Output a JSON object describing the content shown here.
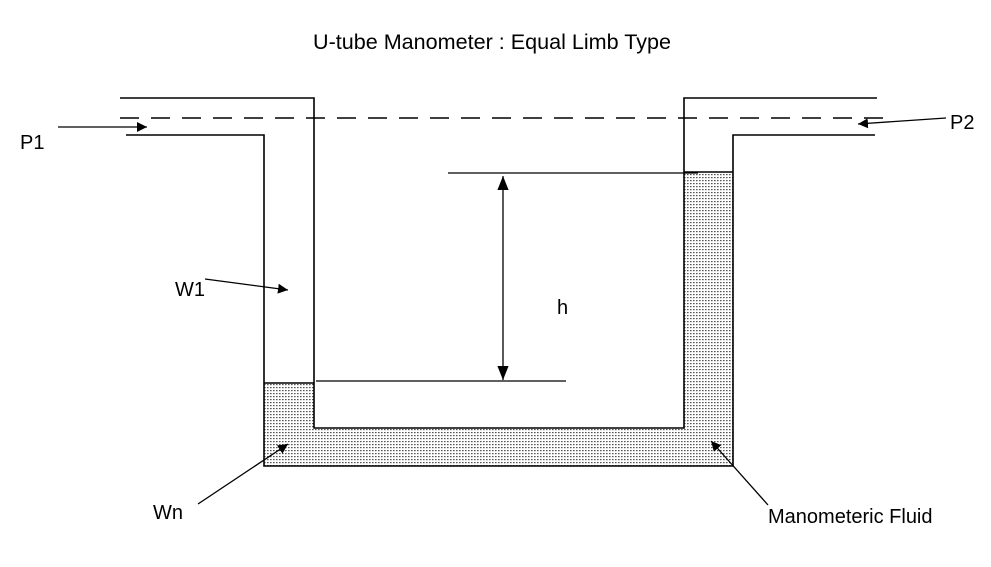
{
  "title": "U-tube Manometer : Equal Limb Type",
  "labels": {
    "p1": "P1",
    "p2": "P2",
    "w1": "W1",
    "h": "h",
    "wn": "Wn",
    "fluid": "Manometeric Fluid"
  },
  "colors": {
    "line": "#000000",
    "fluid_dot": "#555555",
    "background": "#ffffff"
  }
}
